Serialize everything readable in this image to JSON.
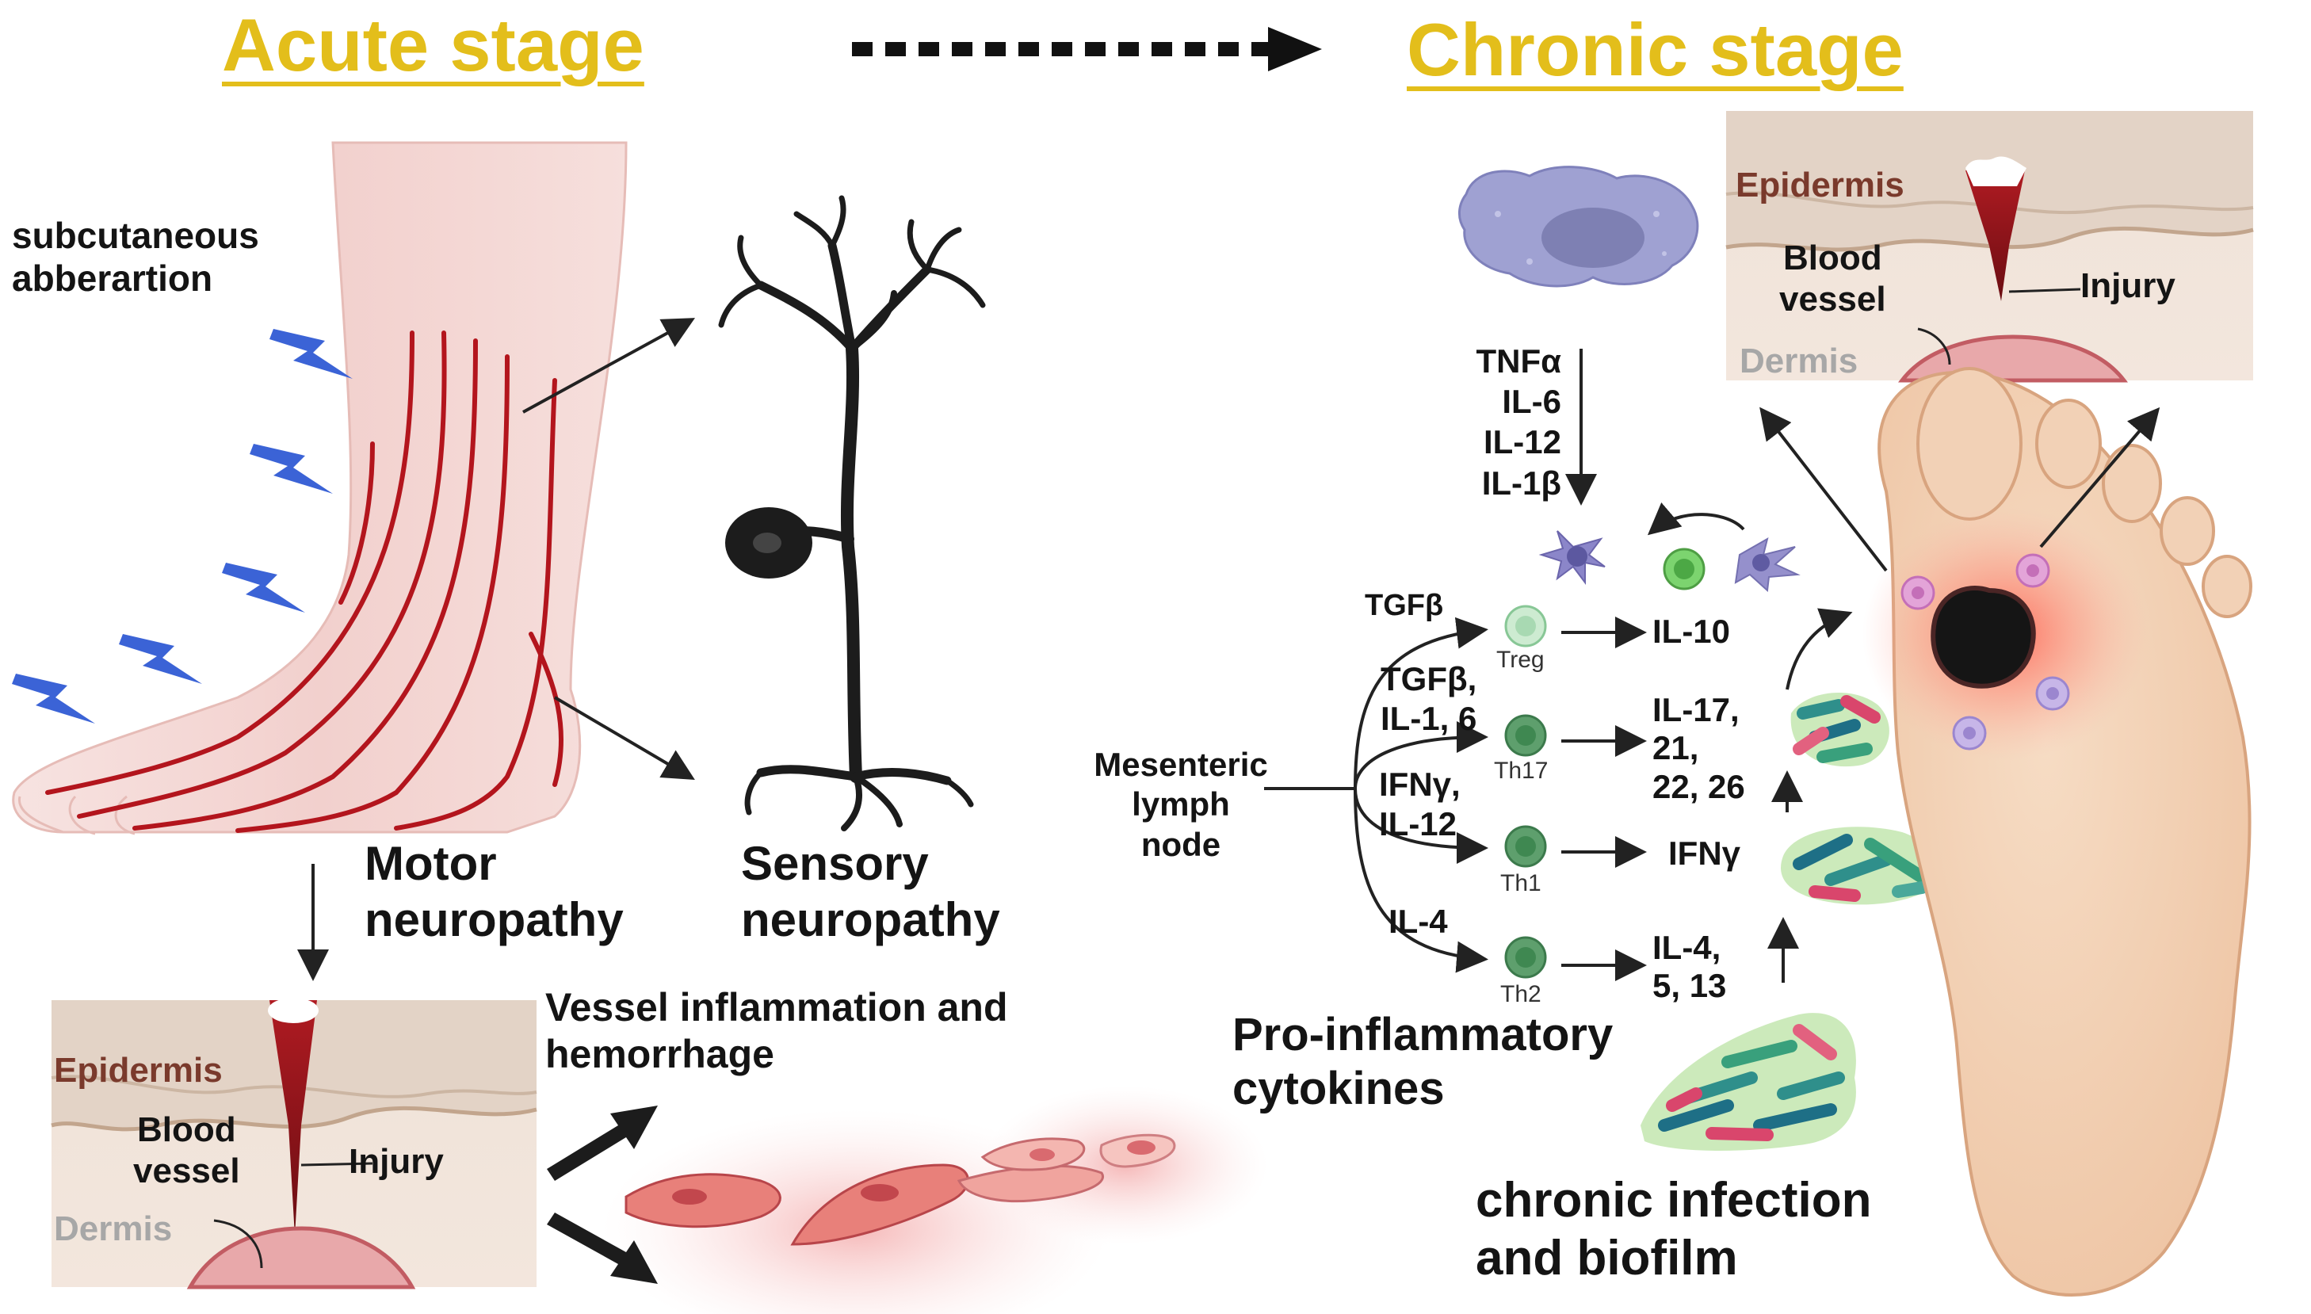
{
  "titles": {
    "acute": "Acute stage",
    "chronic": "Chronic stage"
  },
  "acute": {
    "subcutaneous": [
      "subcutaneous",
      "abberartion"
    ],
    "motor": [
      "Motor",
      "neuropathy"
    ],
    "sensory": [
      "Sensory",
      "neuropathy"
    ],
    "vessel": [
      "Vessel inflammation and",
      "hemorrhage"
    ],
    "skin": {
      "epidermis": "Epidermis",
      "blood_vessel": [
        "Blood",
        "vessel"
      ],
      "injury": "Injury",
      "dermis": "Dermis"
    }
  },
  "chronic": {
    "skin": {
      "epidermis": "Epidermis",
      "blood_vessel": [
        "Blood",
        "vessel"
      ],
      "injury": "Injury",
      "dermis": "Dermis"
    },
    "macrophage_cytokines": [
      "TNFα",
      "IL-6",
      "IL-12",
      "IL-1β"
    ],
    "lymph_node": [
      "Mesenteric",
      "lymph",
      "node"
    ],
    "inputs": {
      "treg": "TGFβ",
      "th17": [
        "TGFβ,",
        "IL-1, 6"
      ],
      "th1": [
        "IFNγ,",
        "IL-12"
      ],
      "th2": "IL-4"
    },
    "cells": {
      "treg": "Treg",
      "th17": "Th17",
      "th1": "Th1",
      "th2": "Th2"
    },
    "outputs": {
      "treg": "IL-10",
      "th17": [
        "IL-17,",
        "21,",
        "22, 26"
      ],
      "th1": "IFNγ",
      "th2": [
        "IL-4,",
        "5, 13"
      ]
    },
    "pro_inflammatory": [
      "Pro-inflammatory",
      "cytokines"
    ],
    "infection": [
      "chronic infection",
      "and biofilm"
    ]
  },
  "colors": {
    "title": "#e3be1b",
    "nerve": "#b3151d",
    "neuron": "#1c1c1c",
    "lightning": "#3b63d6",
    "epidermis_text": "#7a3a2c",
    "dermis_text": "#a7a7a7",
    "tcell": "#3f9a5c",
    "foot": "#f4d5b9"
  }
}
